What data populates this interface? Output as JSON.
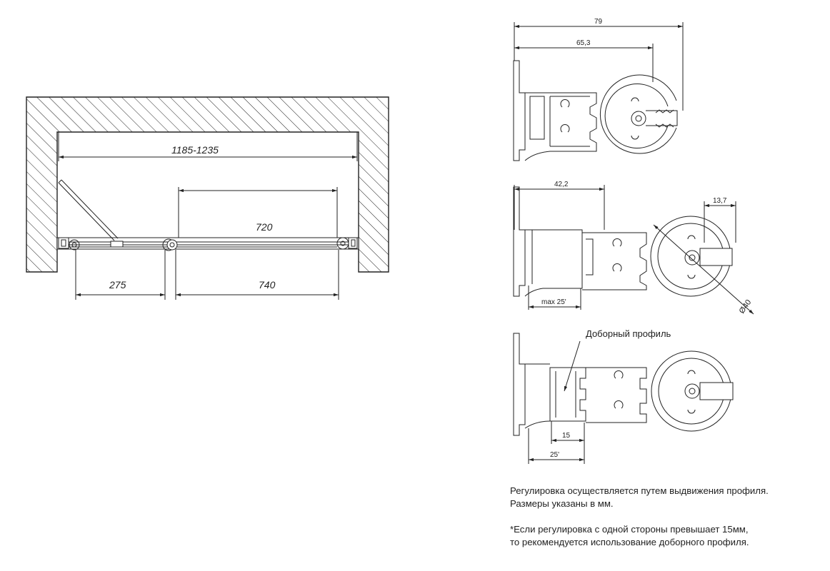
{
  "plan_view": {
    "dim_total": "1185-1235",
    "dim_720": "720",
    "dim_275": "275",
    "dim_740": "740"
  },
  "profile_top": {
    "dim_79": "79",
    "dim_65": "65,3"
  },
  "profile_middle": {
    "dim_42": "42,2",
    "dim_13": "13,7",
    "dim_max25": "max 25'",
    "dim_d40": "Ø40"
  },
  "profile_bottom": {
    "label": "Доборный профиль",
    "dim_15": "15",
    "dim_25": "25'"
  },
  "notes": {
    "line1": "Регулировка осуществляется путем выдвижения профиля.",
    "line2": "Размеры указаны в мм.",
    "line3": "*Если регулировка с одной стороны превышает 15мм,",
    "line4": "то рекомендуется использование доборного профиля."
  },
  "colors": {
    "line": "#222222"
  }
}
